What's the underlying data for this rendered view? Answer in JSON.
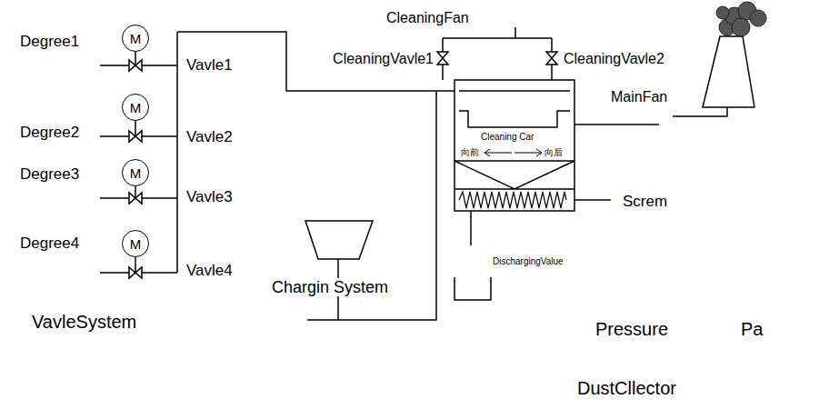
{
  "diagram": {
    "nodes": [
      {
        "text": [
          "M"
        ]
      },
      {
        "text": [
          "M"
        ]
      },
      {
        "text": [
          "M"
        ]
      },
      {
        "text": [
          "M"
        ]
      }
    ],
    "labels": [
      "CleaningFan",
      "Degree1",
      "Vavle1",
      "CleaningVavle1",
      "CleaningVavle2",
      "MainFan",
      "Degree2",
      "Vavle2",
      "Cleaning Car",
      "向前",
      "向后",
      "Degree3",
      "Vavle3",
      "Screm",
      "Degree4",
      "Vavle4",
      "Chargin System",
      "DischargingValue",
      "VavleSystem",
      "Pressure",
      "Pa",
      "DustCllector"
    ]
  }
}
